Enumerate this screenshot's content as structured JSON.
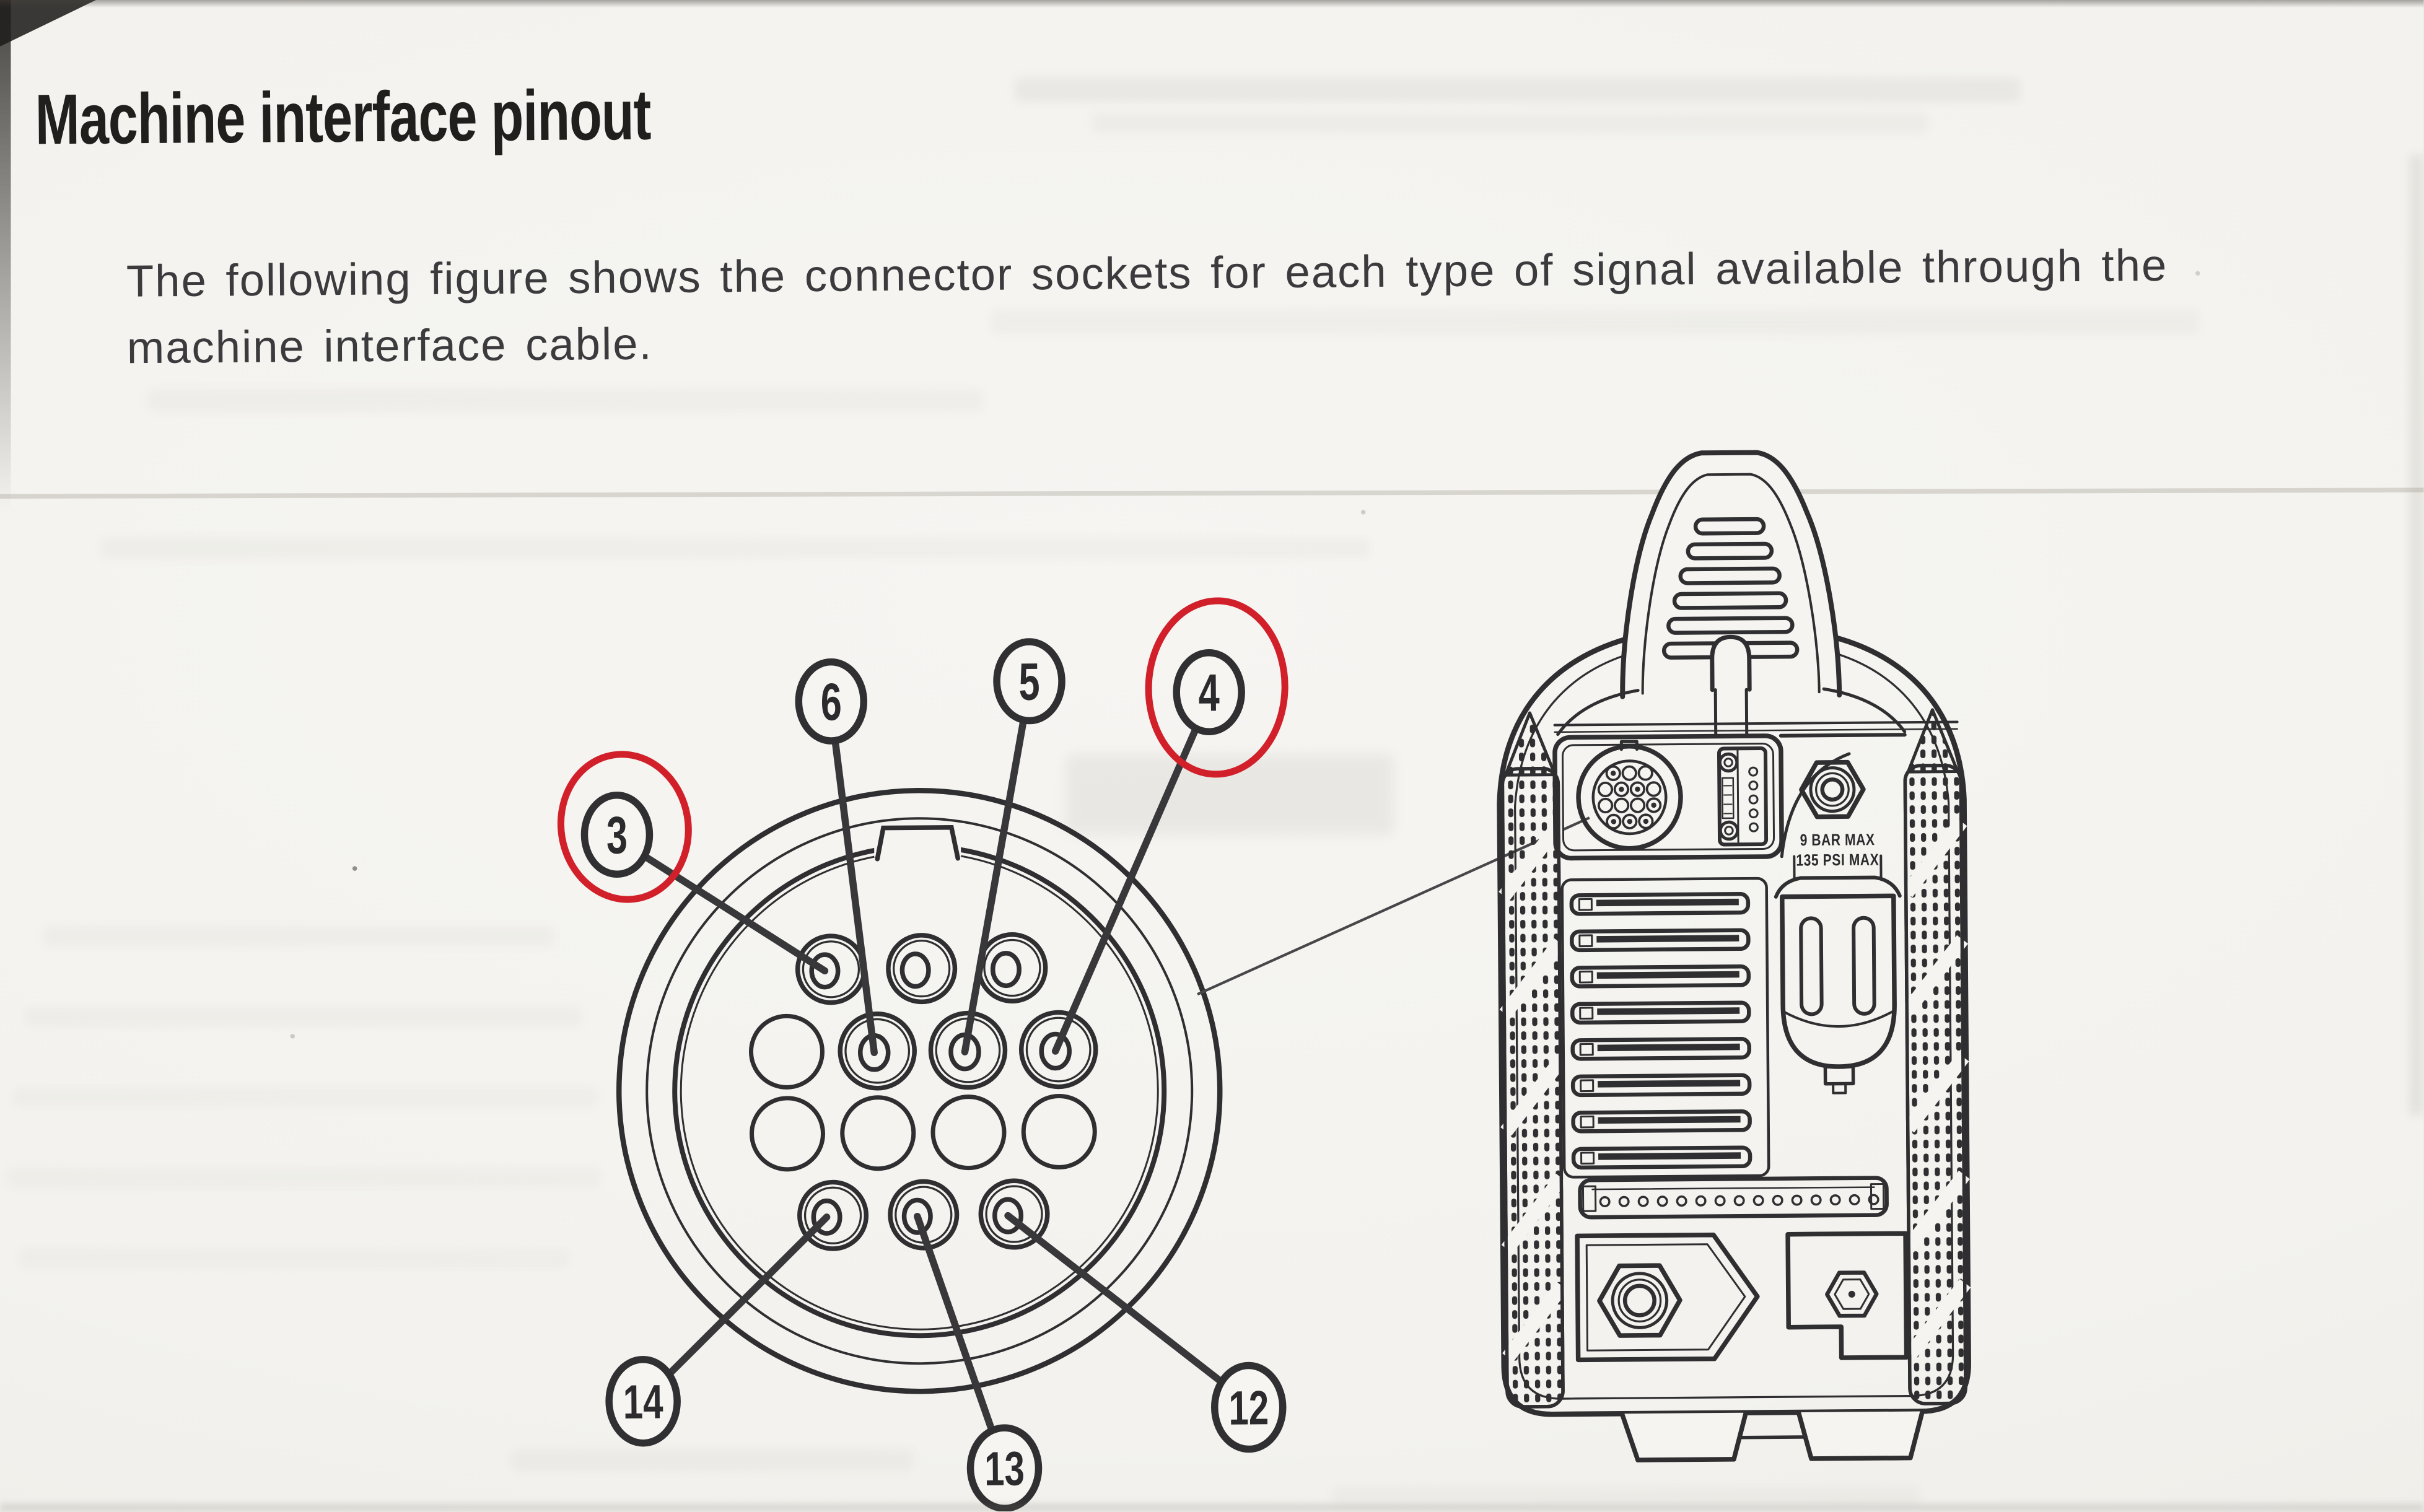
{
  "page": {
    "title": "Machine interface pinout",
    "paragraph": {
      "line1": "The following figure shows the connector sockets for each type of signal available through the",
      "line2": "machine interface cable."
    }
  },
  "figure": {
    "type": "connector-pinout-diagram",
    "connector": {
      "socket_rows": [
        3,
        4,
        4,
        3
      ],
      "total_positions": 14
    },
    "callouts": [
      {
        "number": "3",
        "circled_red": true,
        "points_to": "row1-socket1"
      },
      {
        "number": "6",
        "circled_red": false,
        "points_to": "row2-socket2"
      },
      {
        "number": "5",
        "circled_red": false,
        "points_to": "row2-socket3"
      },
      {
        "number": "4",
        "circled_red": true,
        "points_to": "row2-socket4"
      },
      {
        "number": "14",
        "circled_red": false,
        "points_to": "row4-socket1"
      },
      {
        "number": "13",
        "circled_red": false,
        "points_to": "row4-socket2"
      },
      {
        "number": "12",
        "circled_red": false,
        "points_to": "row4-socket3"
      }
    ],
    "machine_labels": {
      "pressure_bar": "9 BAR MAX",
      "pressure_psi": "135 PSI MAX"
    },
    "colors": {
      "highlight_red": "#d1202a",
      "ink": "#2f2f31"
    }
  }
}
